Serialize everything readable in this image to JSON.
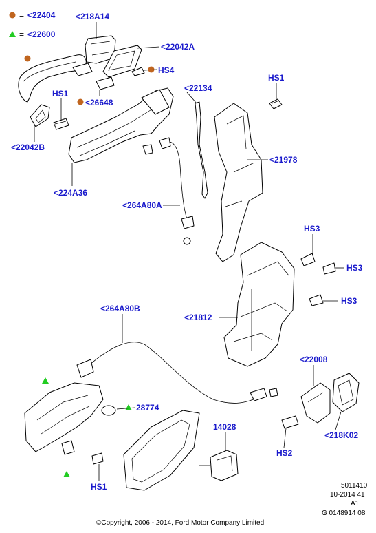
{
  "legend": {
    "circle_code": "22404",
    "triangle_code": "22600",
    "circle_color": "#c0651f",
    "triangle_color": "#22cc22",
    "arrow_prefix": "<",
    "equals": "="
  },
  "label_color": "#1a1acc",
  "callouts": [
    {
      "id": "218A14",
      "text": "<218A14"
    },
    {
      "id": "22042A",
      "text": "<22042A"
    },
    {
      "id": "HS4",
      "text": "HS4"
    },
    {
      "id": "HS1-top-left",
      "text": "HS1"
    },
    {
      "id": "26648",
      "text": "<26648"
    },
    {
      "id": "22042B",
      "text": "<22042B"
    },
    {
      "id": "224A36",
      "text": "<224A36"
    },
    {
      "id": "22134",
      "text": "<22134"
    },
    {
      "id": "HS1-top-right",
      "text": "HS1"
    },
    {
      "id": "21978",
      "text": "<21978"
    },
    {
      "id": "264A80A",
      "text": "<264A80A"
    },
    {
      "id": "HS3-a",
      "text": "HS3"
    },
    {
      "id": "HS3-b",
      "text": "HS3"
    },
    {
      "id": "HS3-c",
      "text": "HS3"
    },
    {
      "id": "21812",
      "text": "<21812"
    },
    {
      "id": "264A80B",
      "text": "<264A80B"
    },
    {
      "id": "22008",
      "text": "<22008"
    },
    {
      "id": "28774",
      "text": "28774"
    },
    {
      "id": "14028",
      "text": "14028"
    },
    {
      "id": "218K02",
      "text": "<218K02"
    },
    {
      "id": "HS2",
      "text": "HS2"
    },
    {
      "id": "HS1-bottom",
      "text": "HS1"
    }
  ],
  "footer": {
    "code_line1": "5011410",
    "code_line2": "10-2014 41",
    "code_line3": "A1",
    "code_line4": "G 0148914 08",
    "copyright": "©Copyright, 2006 - 2014, Ford Motor Company Limited"
  }
}
